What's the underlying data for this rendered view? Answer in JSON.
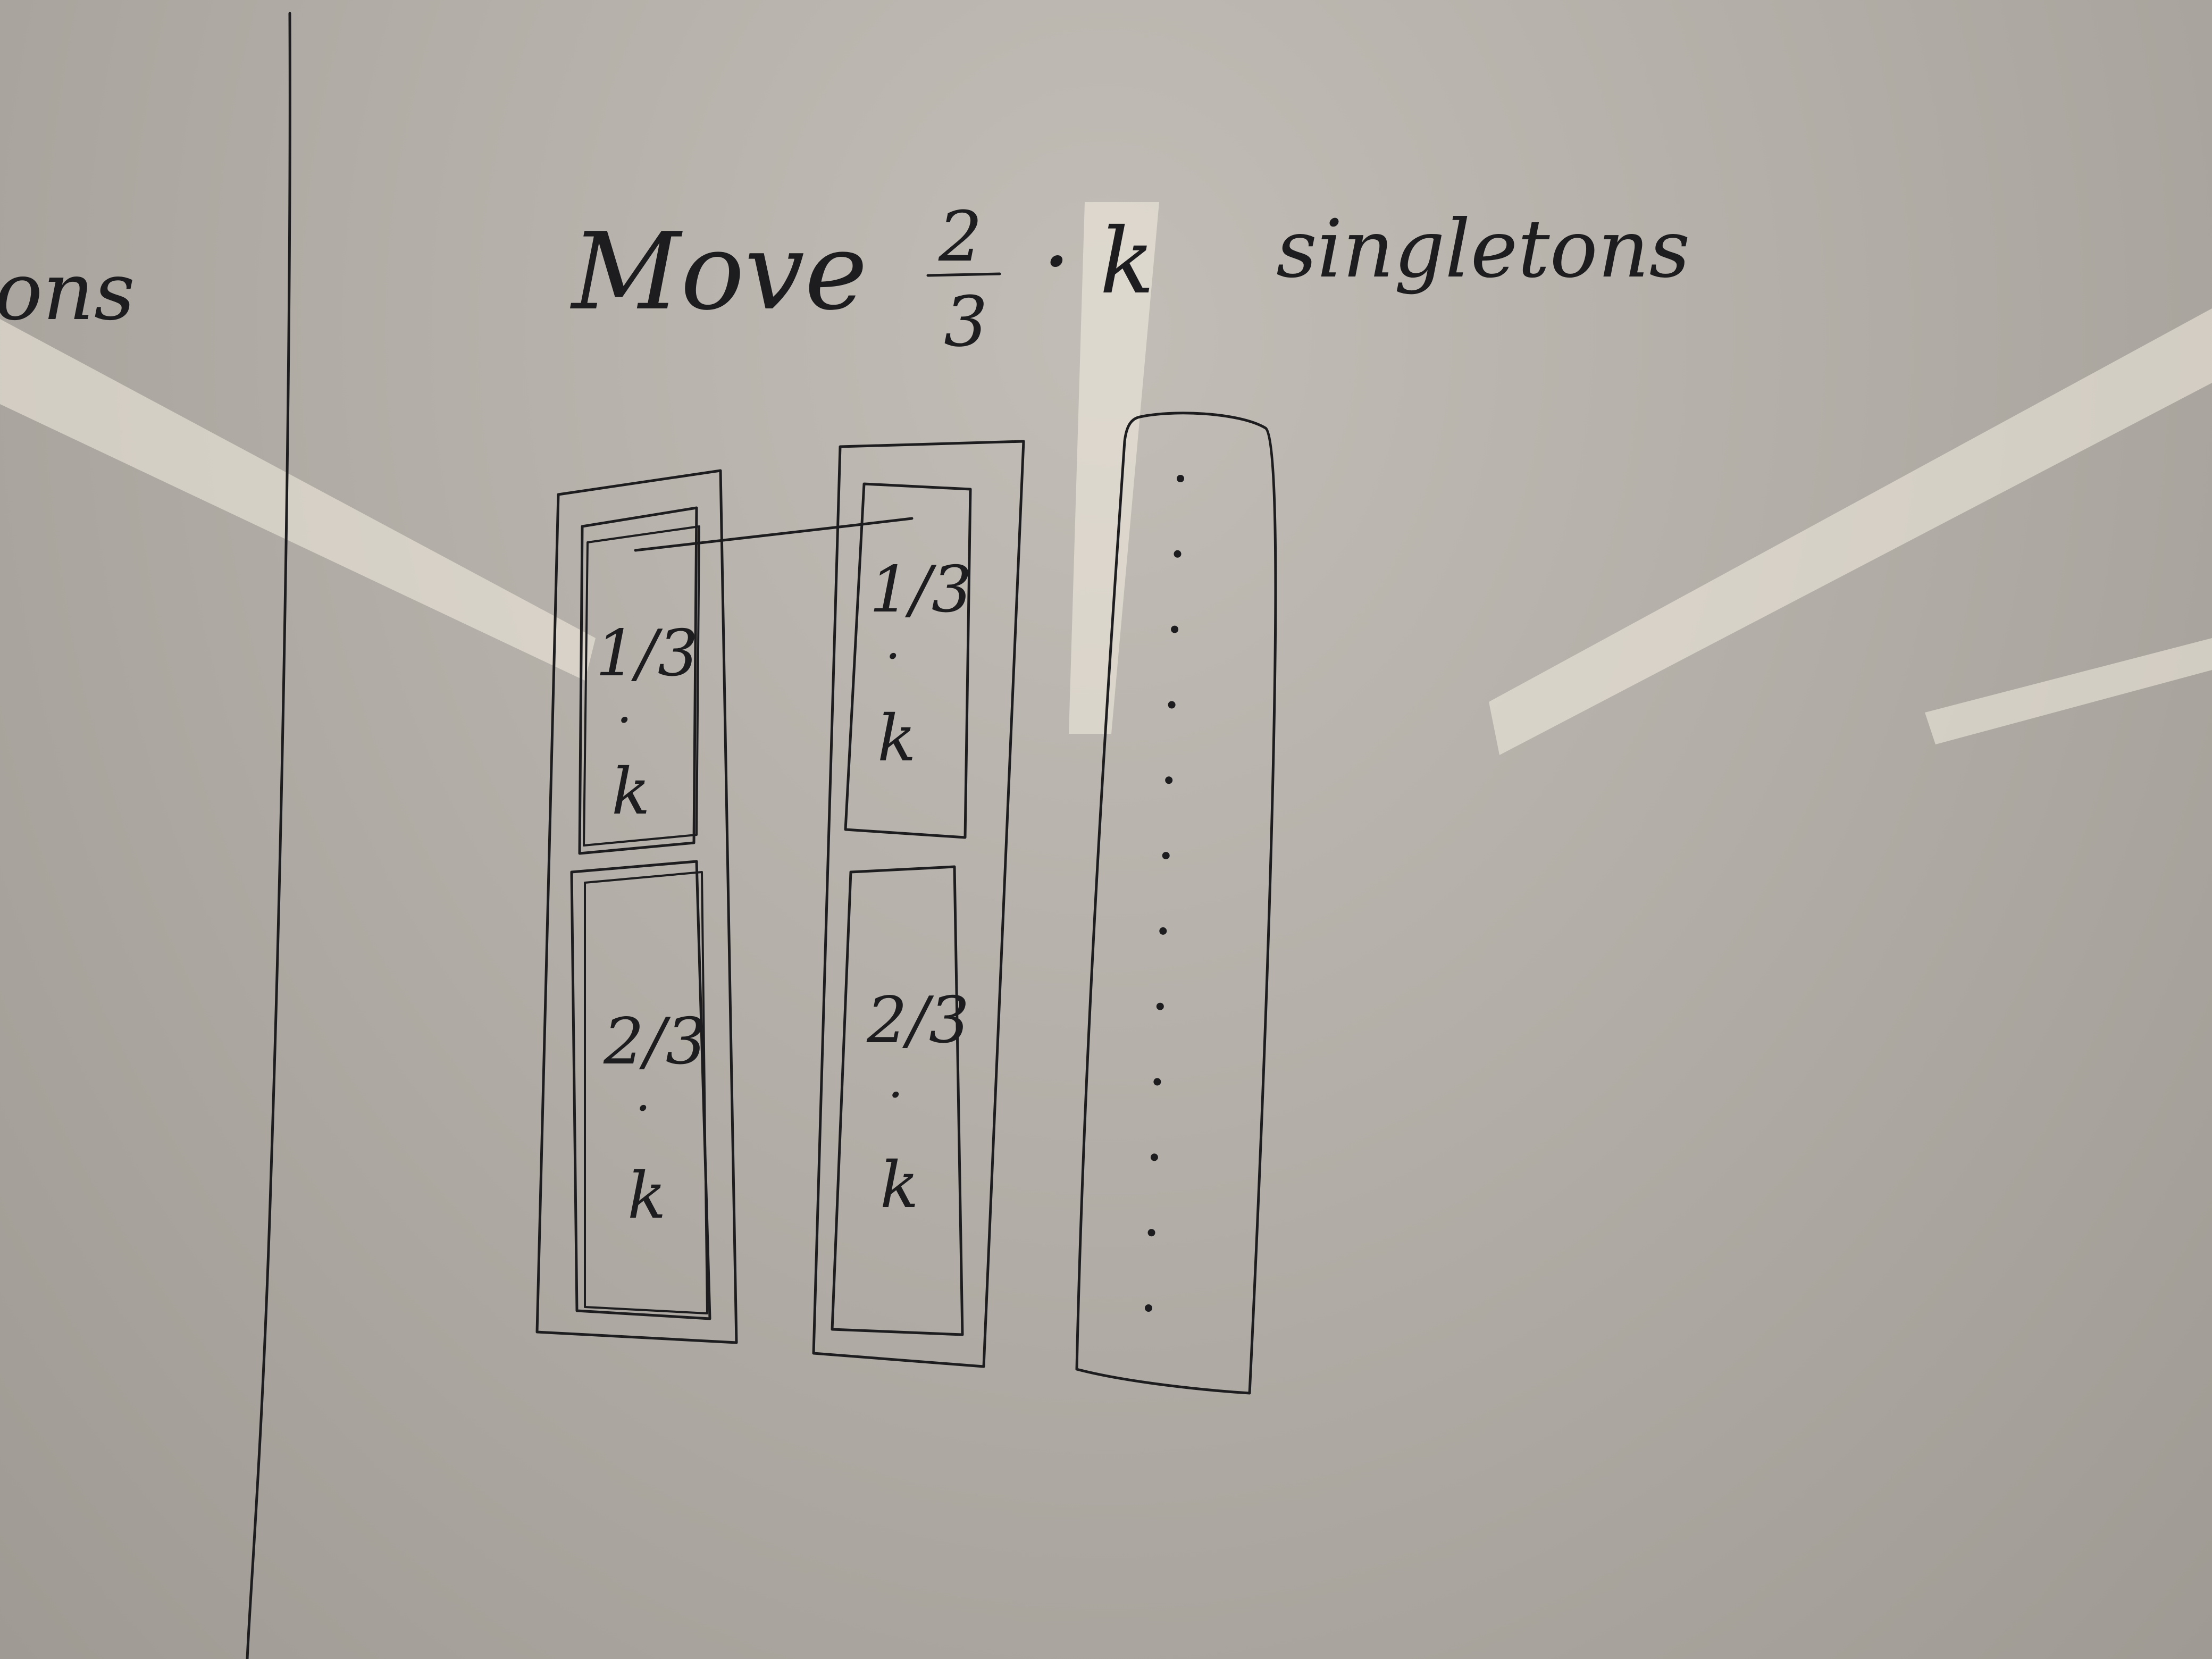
{
  "board": {
    "left_fragment": "ons",
    "heading": {
      "verb": "Move",
      "fraction_numerator": "2",
      "fraction_denominator": "3",
      "multiplier": "· k",
      "noun": "singletons"
    },
    "columns": [
      {
        "top_block": {
          "fraction": "1/3",
          "dot": "·",
          "var": "k"
        },
        "bottom_block": {
          "fraction": "2/3",
          "dot": "·",
          "var": "k"
        }
      },
      {
        "top_block": {
          "fraction": "1/3",
          "dot": "·",
          "var": "k"
        },
        "bottom_block": {
          "fraction": "2/3",
          "dot": "·",
          "var": "k"
        }
      }
    ],
    "singleton_column": {
      "dot_count": 12
    }
  }
}
